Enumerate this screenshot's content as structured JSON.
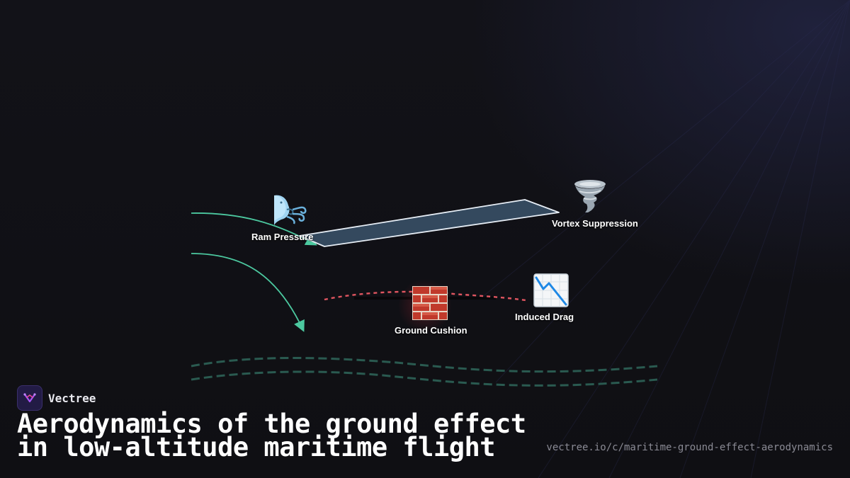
{
  "diagram": {
    "labels": {
      "ram_pressure": "Ram Pressure",
      "vortex_suppression": "Vortex Suppression",
      "ground_cushion": "Ground Cushion",
      "induced_drag": "Induced Drag"
    },
    "icons": {
      "ram_pressure": "wind-face-icon",
      "vortex_suppression": "tornado-icon",
      "ground_cushion": "brick-wall-icon",
      "induced_drag": "chart-decreasing-icon"
    },
    "colors": {
      "wing_fill": "#34495e",
      "wing_stroke": "#e6edf5",
      "airflow": "#4cc9a0",
      "cushion": "#e05560",
      "water": "#2a5a50"
    }
  },
  "brand": {
    "name": "Vectree",
    "logo": "vectree-logo-icon"
  },
  "title": {
    "line1": "Aerodynamics of the ground effect",
    "line2": "in low-altitude maritime flight"
  },
  "url": "vectree.io/c/maritime-ground-effect-aerodynamics"
}
